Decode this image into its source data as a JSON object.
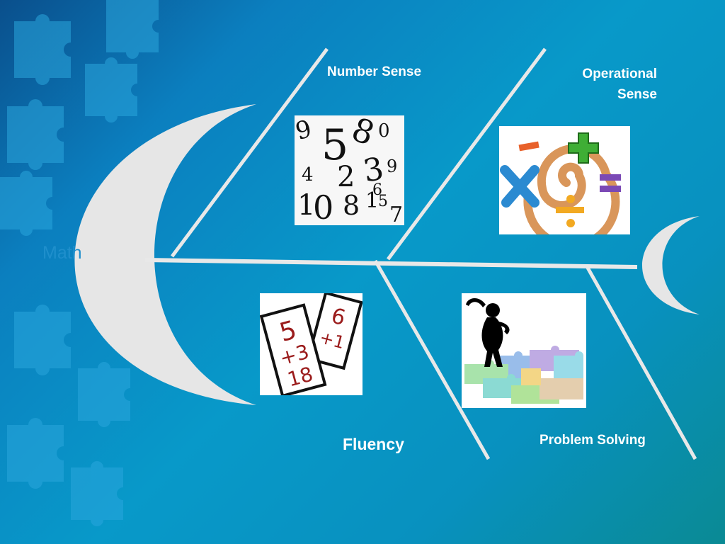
{
  "diagram": {
    "type": "fishbone",
    "head_label": "Math",
    "branches": [
      {
        "label_lines": [
          "Number Sense"
        ],
        "image": "numbers-collage"
      },
      {
        "label_lines": [
          "Operational",
          "Sense"
        ],
        "image": "operation-symbols-spiral"
      },
      {
        "label_lines": [
          "Fluency"
        ],
        "image": "flash-cards"
      },
      {
        "label_lines": [
          "Problem Solving"
        ],
        "image": "thinking-person-on-puzzle"
      }
    ]
  },
  "flash_cards": {
    "card1": [
      "5",
      "+3",
      "18"
    ],
    "card2": [
      "6",
      "+1"
    ]
  },
  "colors": {
    "background_top_left": "#0a4f8c",
    "background_mid": "#0899c9",
    "background_bottom_right": "#0a8a94",
    "bones": "#e8e8e8",
    "head_fill": "#e6e6e6",
    "head_text": "#1f8fcc",
    "labels": "#ffffff"
  }
}
